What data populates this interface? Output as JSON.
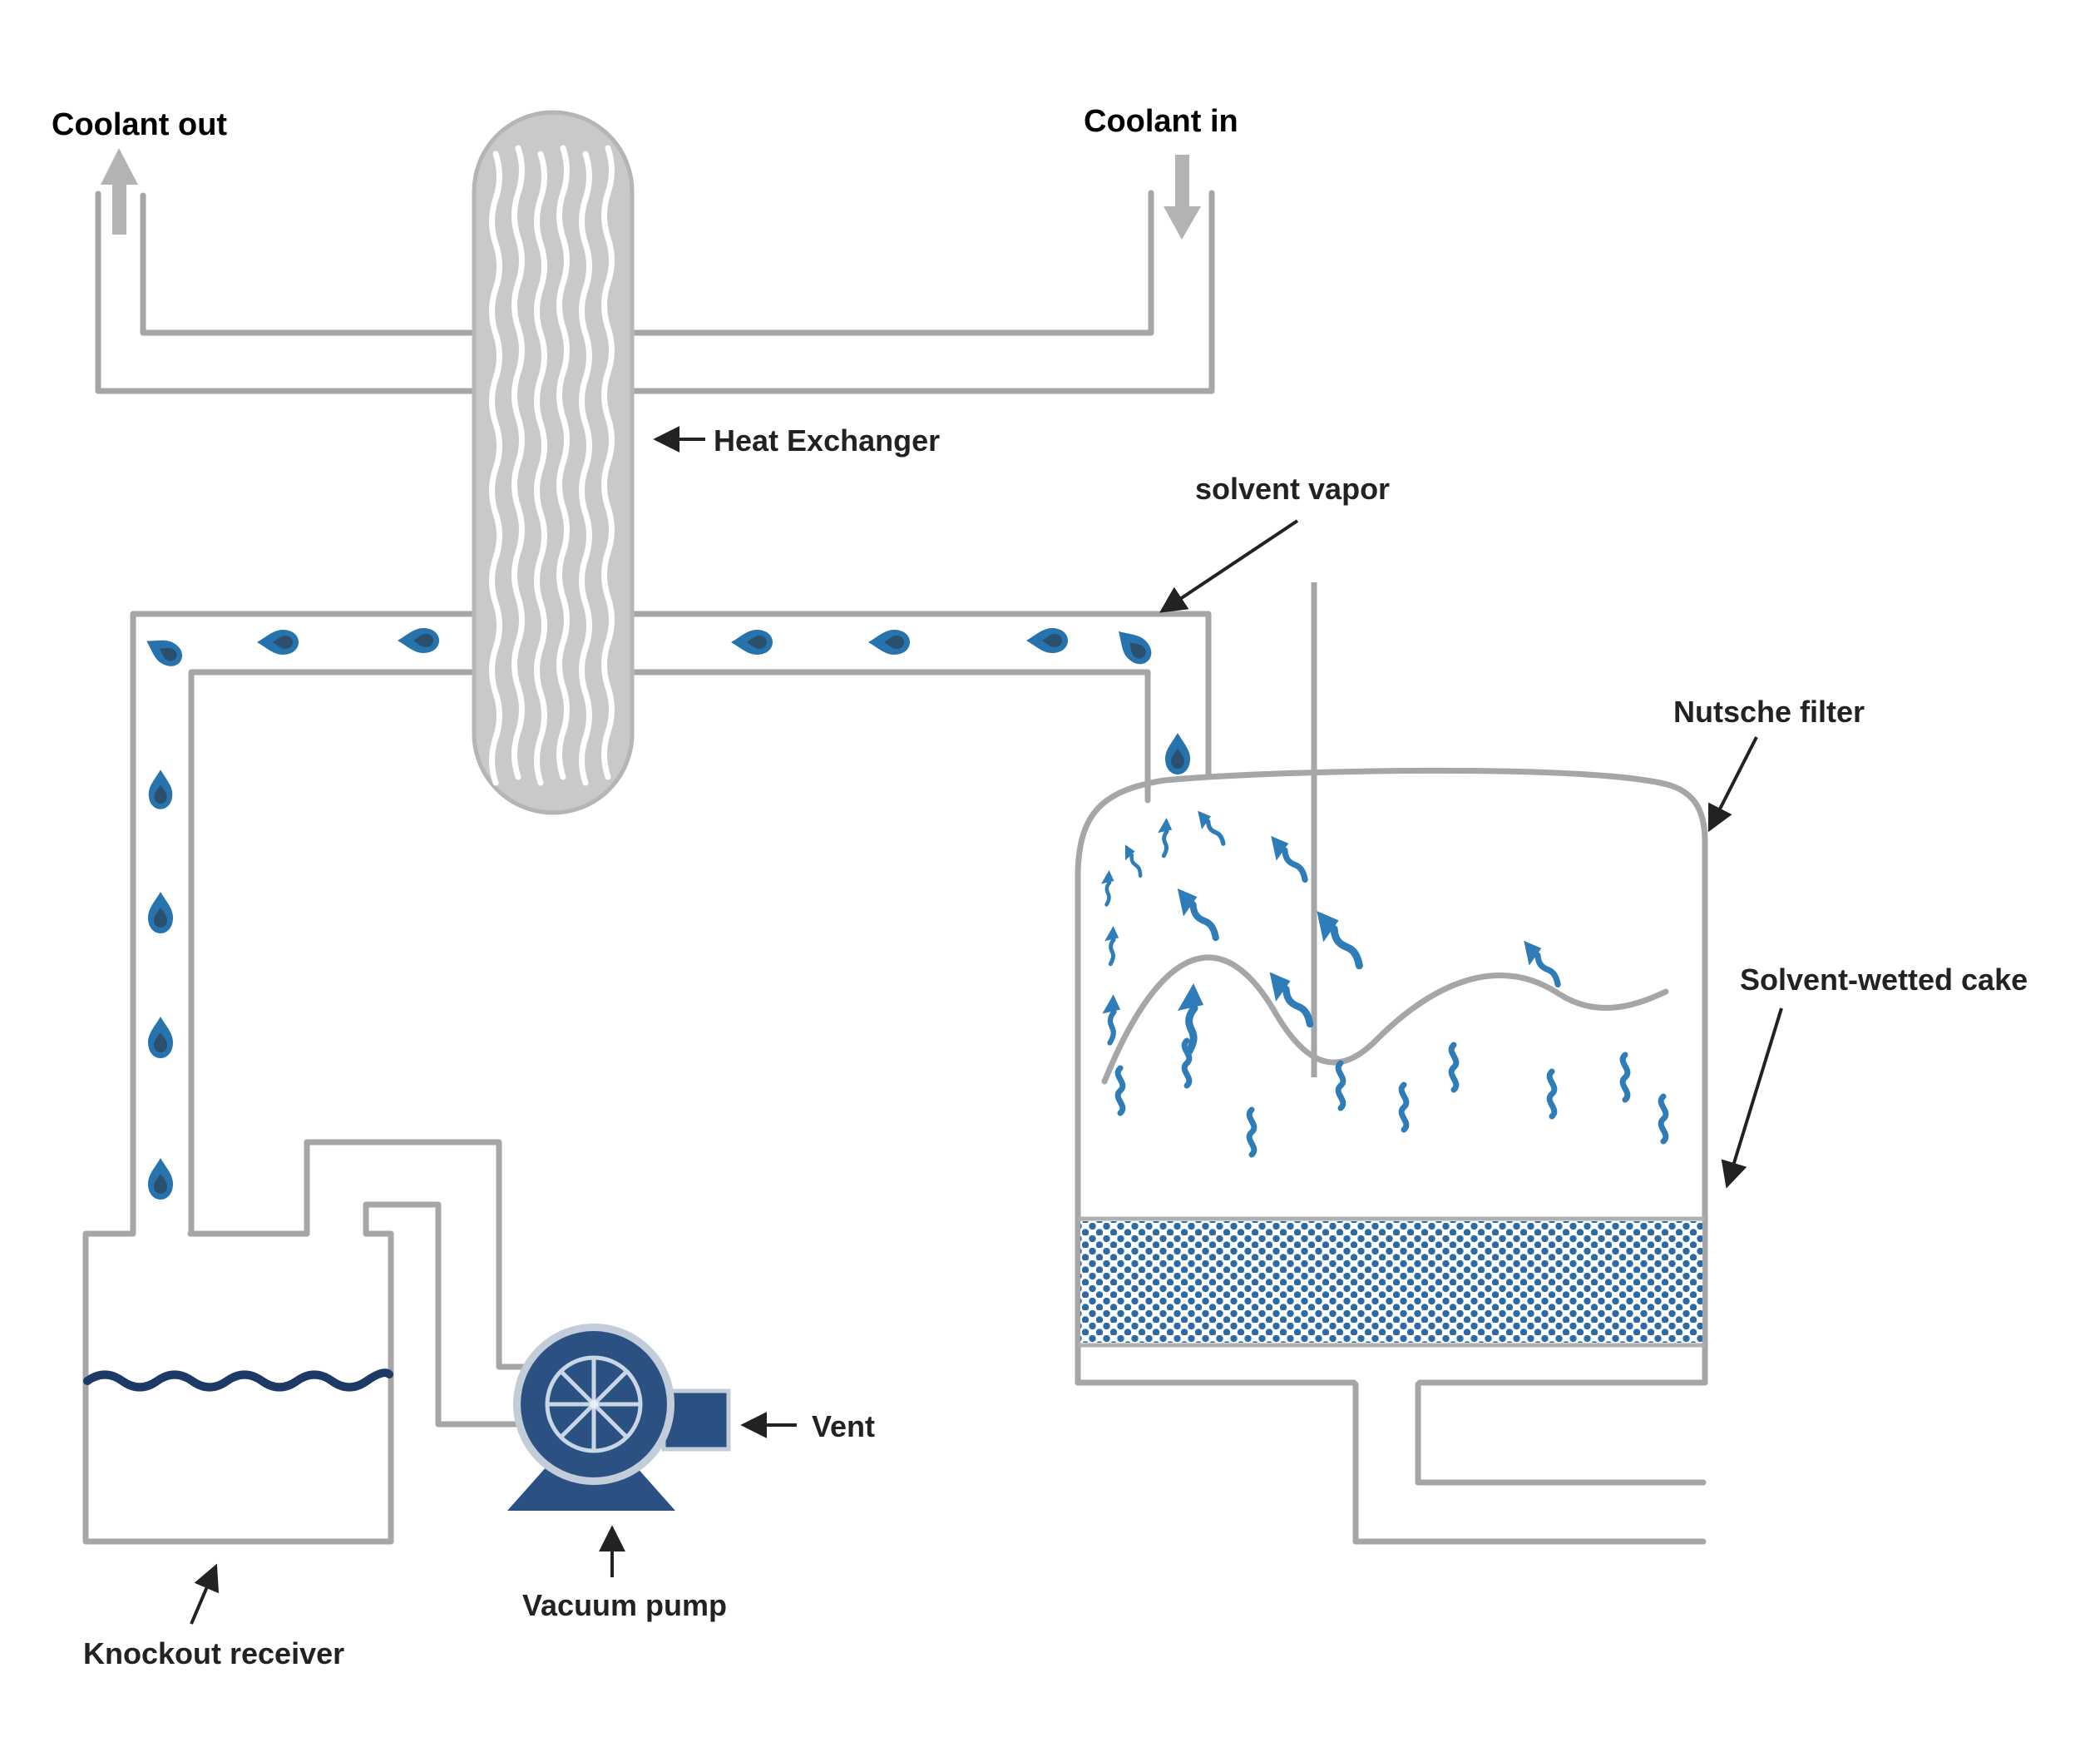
{
  "diagram": {
    "labels": {
      "coolant_out": "Coolant out",
      "coolant_in": "Coolant in",
      "heat_exchanger": "Heat Exchanger",
      "solvent_vapor": "solvent vapor",
      "nutsche_filter": "Nutsche filter",
      "solvent_wetted_cake": "Solvent-wetted cake",
      "vent": "Vent",
      "knockout_receiver": "Knockout receiver",
      "vacuum_pump": "Vacuum pump"
    },
    "icons": {
      "coolant_out_arrow": "arrow-up-icon",
      "coolant_in_arrow": "arrow-down-icon",
      "condensed_solvent": "droplet-icon",
      "rising_vapor": "zigzag-arrow-icon",
      "vapor_wisp": "squiggle-icon",
      "pump_impeller": "wheel-spokes-icon"
    },
    "colors": {
      "pipe_gray": "#a6a6a6",
      "heat_exchanger_fill": "#c9c9c9",
      "coolant_arrow_gray": "#b3b3b3",
      "vapor_blue": "#2e7cb8",
      "droplet_blue": "#2673ae",
      "droplet_shadow": "#2b4a63",
      "cake_dot_blue": "#2a6aa5",
      "liquid_navy": "#1d3a66",
      "pump_navy": "#2b5183",
      "pump_rim": "#c3cdda",
      "label_black": "#222222"
    }
  }
}
